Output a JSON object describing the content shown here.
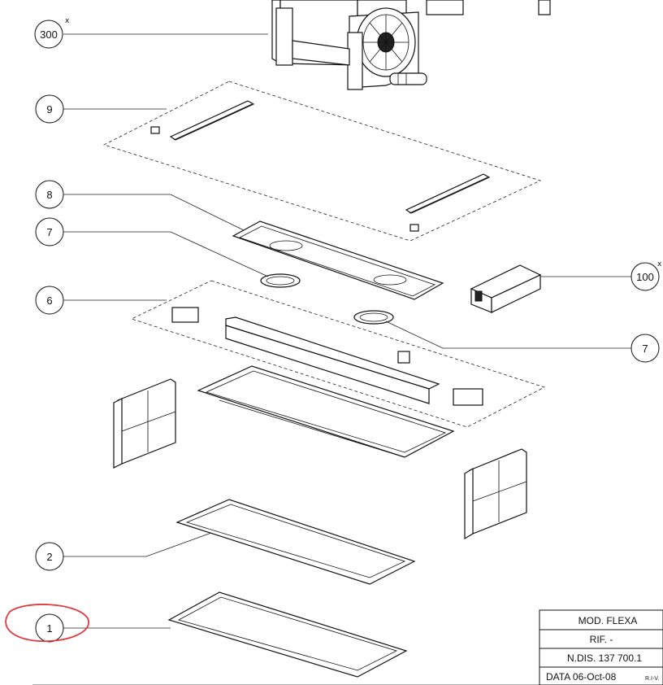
{
  "callouts": [
    {
      "id": "300",
      "label": "300",
      "star": "x"
    },
    {
      "id": "9",
      "label": "9",
      "star": ""
    },
    {
      "id": "8",
      "label": "8",
      "star": ""
    },
    {
      "id": "7a",
      "label": "7",
      "star": ""
    },
    {
      "id": "100",
      "label": "100",
      "star": "x"
    },
    {
      "id": "6",
      "label": "6",
      "star": ""
    },
    {
      "id": "7b",
      "label": "7",
      "star": ""
    },
    {
      "id": "2",
      "label": "2",
      "star": ""
    },
    {
      "id": "1",
      "label": "1",
      "star": ""
    }
  ],
  "title_block": {
    "model": "MOD. FLEXA",
    "ref": "RIF. -",
    "drawing_number": "N.DIS. 137 700.1",
    "date": "DATA 06-Oct-08",
    "revision": "R.I-V."
  },
  "colors": {
    "ink": "#111111",
    "highlight": "#e0393e",
    "background": "#ffffff"
  }
}
